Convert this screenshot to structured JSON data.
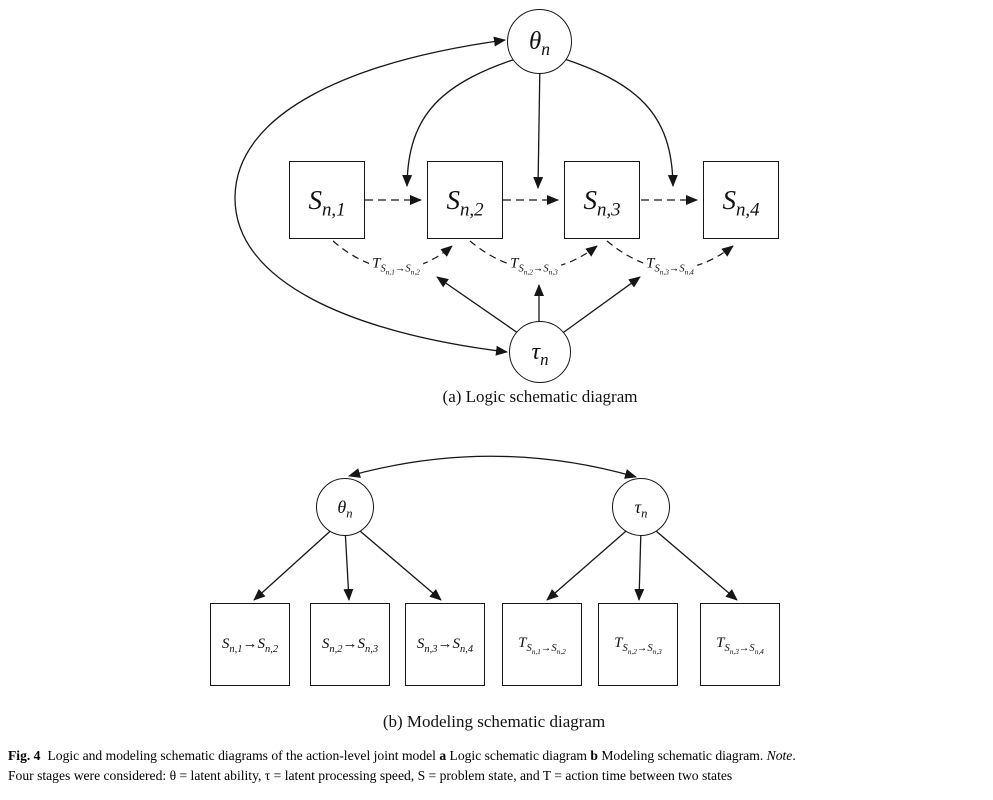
{
  "figure": {
    "panel_a": {
      "caption": "(a) Logic schematic diagram",
      "theta": "θ_{n}",
      "tau": "τ_{n}",
      "boxes": [
        "S_{n,1}",
        "S_{n,2}",
        "S_{n,3}",
        "S_{n,4}"
      ],
      "t_labels": [
        "T_{S_{n,1}→S_{n,2}}",
        "T_{S_{n,2}→S_{n,3}}",
        "T_{S_{n,3}→S_{n,4}}"
      ]
    },
    "panel_b": {
      "caption": "(b) Modeling schematic diagram",
      "theta": "θ_{n}",
      "tau": "τ_{n}",
      "boxes": [
        "S_{n,1}→S_{n,2}",
        "S_{n,2}→S_{n,3}",
        "S_{n,3}→S_{n,4}",
        "T_{S_{n,1}→S_{n,2}}",
        "T_{S_{n,2}→S_{n,3}}",
        "T_{S_{n,3}→S_{n,4}}"
      ]
    },
    "caption": {
      "fig_label": "Fig. 4",
      "main_text": "Logic and modeling schematic diagrams of the action-level joint model",
      "a_label": "a",
      "a_text": "Logic schematic diagram",
      "b_label": "b",
      "b_text": "Modeling schematic diagram.",
      "note_label": "Note",
      "note_period": ".",
      "line2": "Four stages were considered: θ = latent ability, τ = latent processing speed, S = problem state, and T = action time between two states"
    },
    "colors": {
      "stroke": "#161616",
      "background": "#ffffff"
    }
  }
}
